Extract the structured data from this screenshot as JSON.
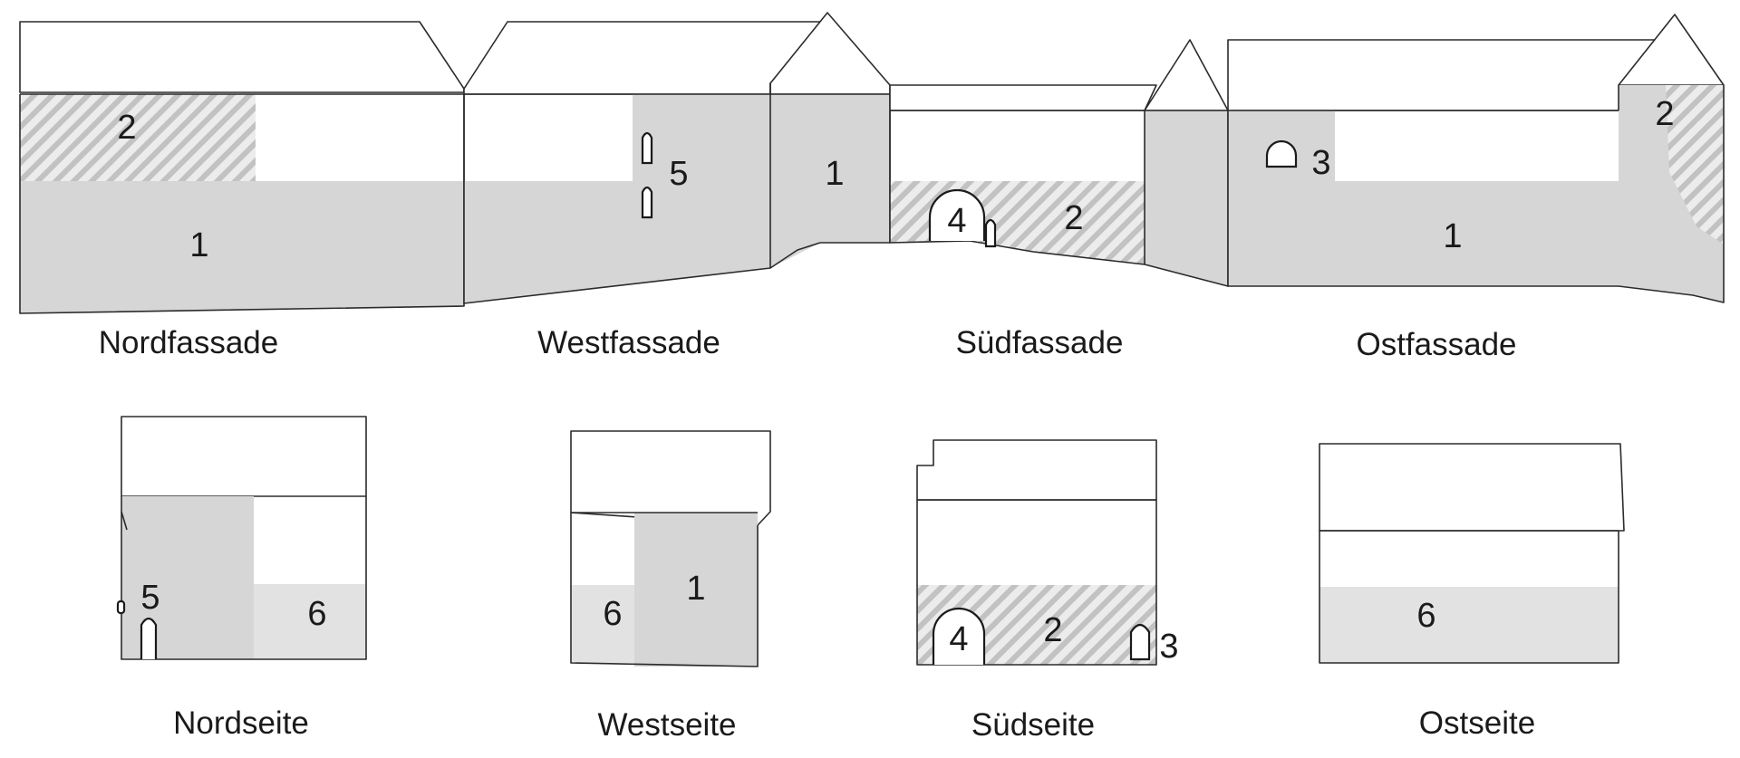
{
  "facades": [
    {
      "caption": "Nordfassade",
      "labels": [
        "2",
        "1"
      ]
    },
    {
      "caption": "Westfassade",
      "labels": [
        "5",
        "1"
      ]
    },
    {
      "caption": "Südfassade",
      "labels": [
        "4",
        "2"
      ]
    },
    {
      "caption": "Ostfassade",
      "labels": [
        "3",
        "2",
        "1"
      ]
    }
  ],
  "sides": [
    {
      "caption": "Nordseite",
      "labels": [
        "5",
        "6"
      ]
    },
    {
      "caption": "Westseite",
      "labels": [
        "6",
        "1"
      ]
    },
    {
      "caption": "Südseite",
      "labels": [
        "4",
        "2",
        "3"
      ]
    },
    {
      "caption": "Ostseite",
      "labels": [
        "6"
      ]
    }
  ],
  "zone_colors": {
    "zone_1": "#d6d6d6",
    "zone_2_hatch": "#c4c4c4",
    "zone_6": "#e2e2e2",
    "outline": "#2b2b2b"
  }
}
